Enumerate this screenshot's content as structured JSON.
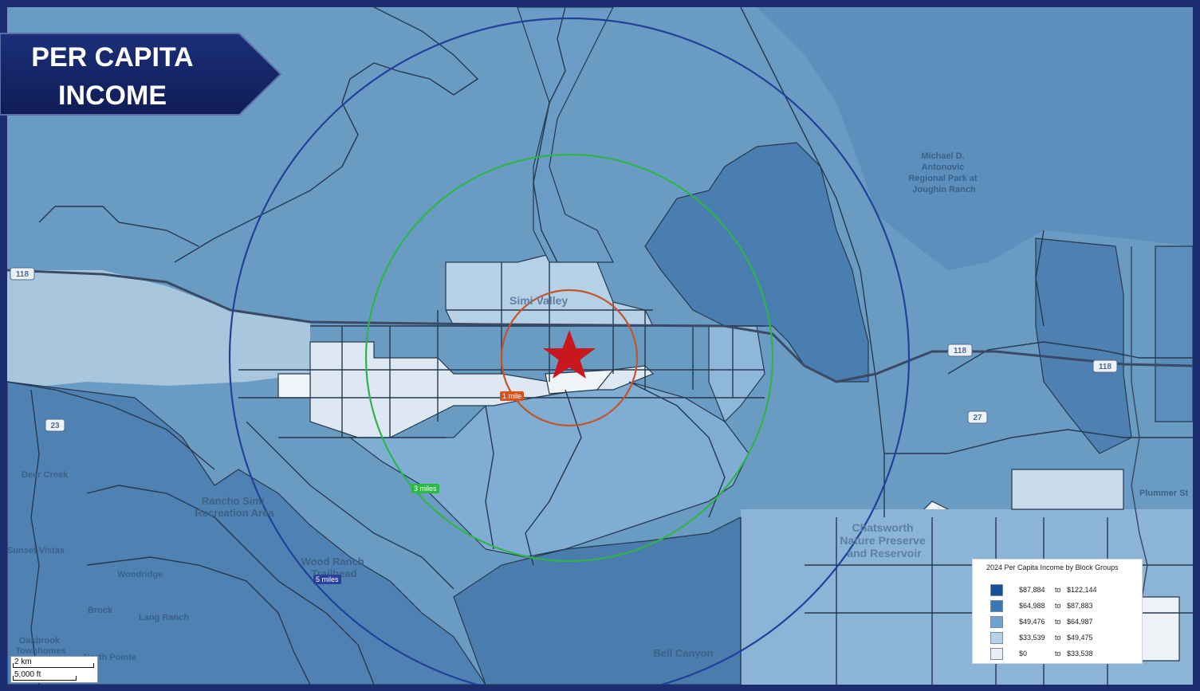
{
  "title": {
    "line1": "PER CAPITA",
    "line2": "INCOME"
  },
  "rings": [
    {
      "label": "1 mile",
      "color": "#c4552a",
      "label_color": "#d9531e"
    },
    {
      "label": "3 miles",
      "color": "#2fb34a",
      "label_color": "#2bbb44"
    },
    {
      "label": "5 miles",
      "color": "#22409a",
      "label_color": "#2c3f9b"
    }
  ],
  "places": [
    {
      "name": "Simi Valley"
    },
    {
      "name": "Michael D. Antonovic Regional Park at Joughin Ranch"
    },
    {
      "name": "Deer Creek"
    },
    {
      "name": "Rancho Simi Recreation Area"
    },
    {
      "name": "Wood Ranch Trailhead"
    },
    {
      "name": "Chatsworth Nature Preserve and Reservoir"
    },
    {
      "name": "Bell Canyon"
    },
    {
      "name": "Sunset Vistas"
    },
    {
      "name": "Woodridge"
    },
    {
      "name": "Brock"
    },
    {
      "name": "Lang Ranch"
    },
    {
      "name": "Oakbrook Townhomes"
    },
    {
      "name": "North Pointe"
    },
    {
      "name": "Plummer St"
    }
  ],
  "route_shields": [
    "118",
    "118",
    "118",
    "23",
    "27"
  ],
  "legend": {
    "title": "2024 Per Capita Income by Block Groups",
    "to_word": "to",
    "items": [
      {
        "from": "$87,884",
        "to": "$122,144",
        "color": "#174f96"
      },
      {
        "from": "$64,988",
        "to": "$87,883",
        "color": "#3b78b4"
      },
      {
        "from": "$49,476",
        "to": "$64,987",
        "color": "#6ea3cf"
      },
      {
        "from": "$33,539",
        "to": "$49,475",
        "color": "#b8d1e6"
      },
      {
        "from": "$0",
        "to": "$33,538",
        "color": "#e9eef5"
      }
    ]
  },
  "scale": {
    "km": "2 km",
    "ft": "5,000 ft"
  },
  "colors": {
    "frame": "#1b2d6e",
    "banner": "#15246a",
    "star": "#c9171e"
  }
}
